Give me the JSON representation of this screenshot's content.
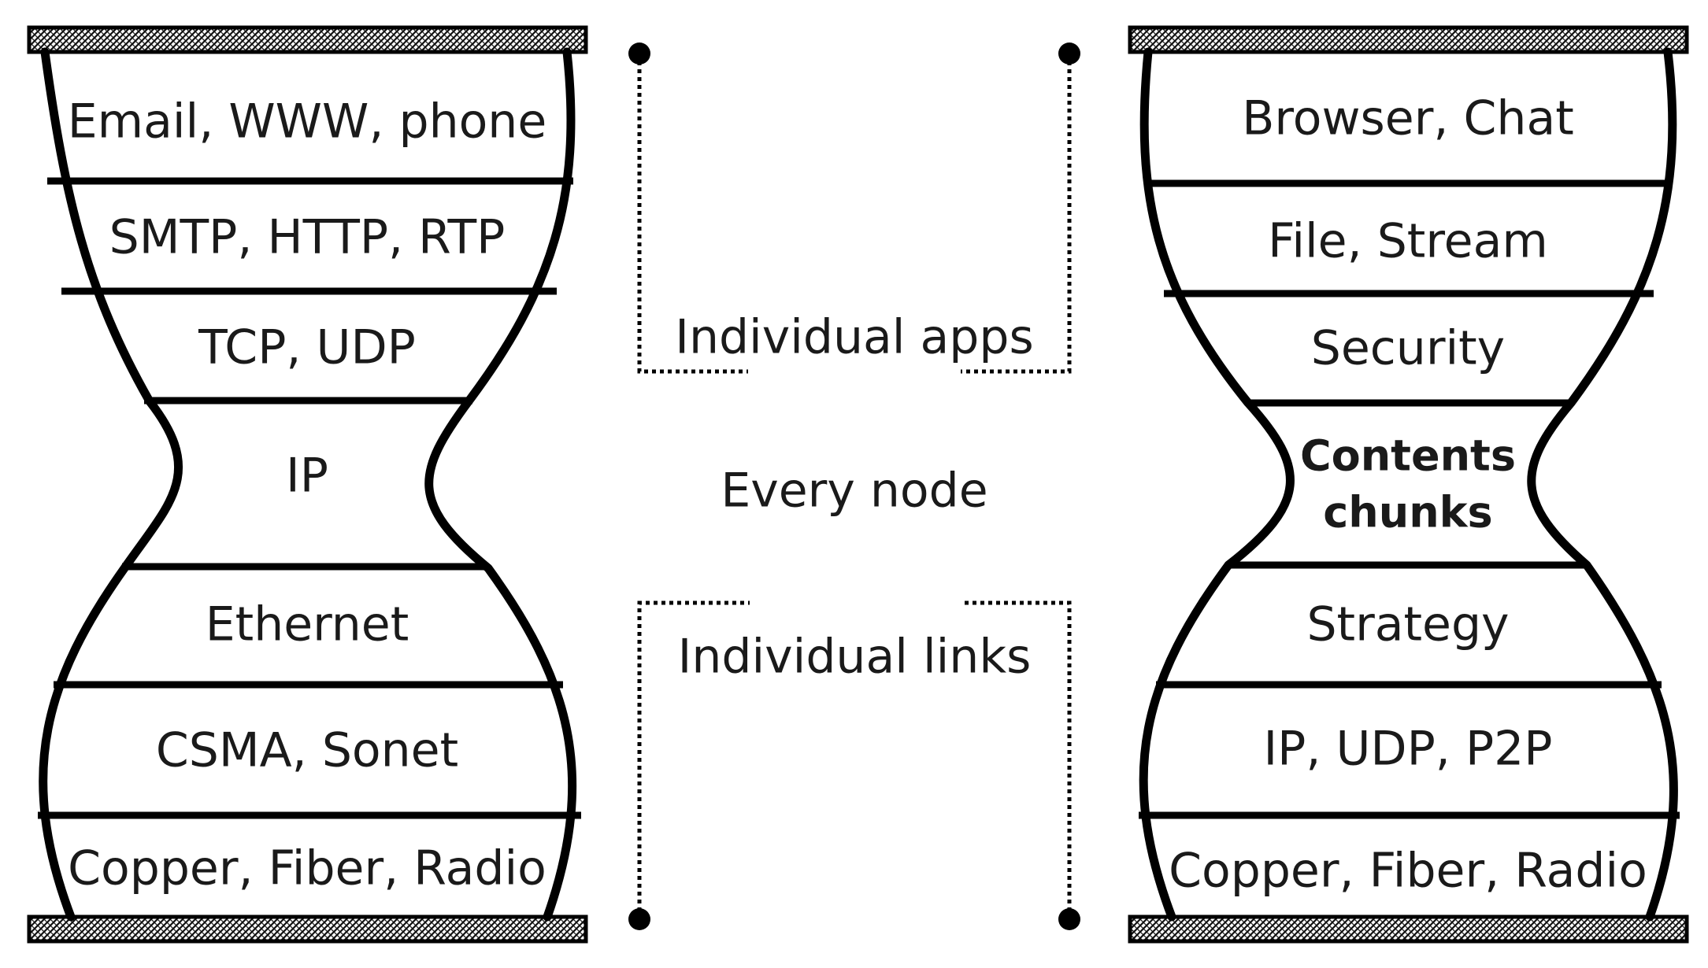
{
  "left": {
    "layers": [
      "Email, WWW, phone",
      "SMTP, HTTP, RTP",
      "TCP, UDP",
      "IP",
      "Ethernet",
      "CSMA, Sonet",
      "Copper, Fiber, Radio"
    ]
  },
  "right": {
    "layers": [
      "Browser, Chat",
      "File, Stream",
      "Security",
      "Contents",
      "chunks",
      "Strategy",
      "IP, UDP, P2P",
      "Copper, Fiber, Radio"
    ]
  },
  "middle": {
    "top_label": "Individual apps",
    "center_label": "Every node",
    "bottom_label": "Individual links"
  }
}
